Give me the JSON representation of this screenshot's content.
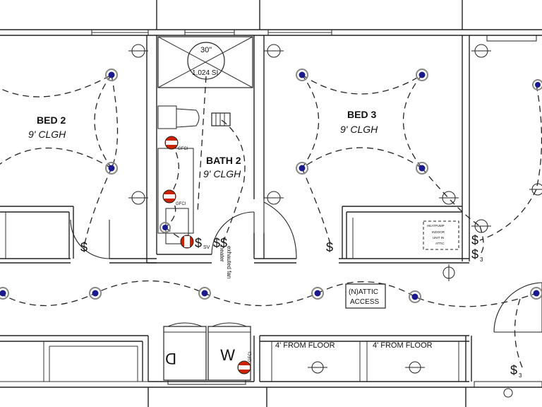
{
  "rooms": {
    "bed2": {
      "name": "BED 2",
      "ceiling": "9' CLGH"
    },
    "bed3": {
      "name": "BED 3",
      "ceiling": "9' CLGH"
    },
    "bath2": {
      "name": "BATH 2",
      "ceiling": "9' CLGH"
    }
  },
  "fixtures": {
    "shower_size": "30\"",
    "shower_area": "1,024 SI",
    "gfci": "GFCI",
    "exhaust_fan": "exhauted fan",
    "heater": "heater",
    "heatpump": [
      "HEATPUMP",
      "INDOOR",
      "UNIT IN",
      "ATTIC"
    ],
    "attic_access": [
      "(N)ATTIC",
      "ACCESS"
    ],
    "washer": "W",
    "dryer": "D"
  },
  "switches": {
    "single": "$",
    "three_way": "$",
    "three_way_sub": "3",
    "sv_sub": "SV",
    "double": "$$"
  },
  "notes": {
    "four_ft_from_floor": "4' FROM FLOOR"
  },
  "colors": {
    "line": "#222222",
    "light_fixture": "#1a1a8c",
    "gfci_red": "#cc2200"
  }
}
